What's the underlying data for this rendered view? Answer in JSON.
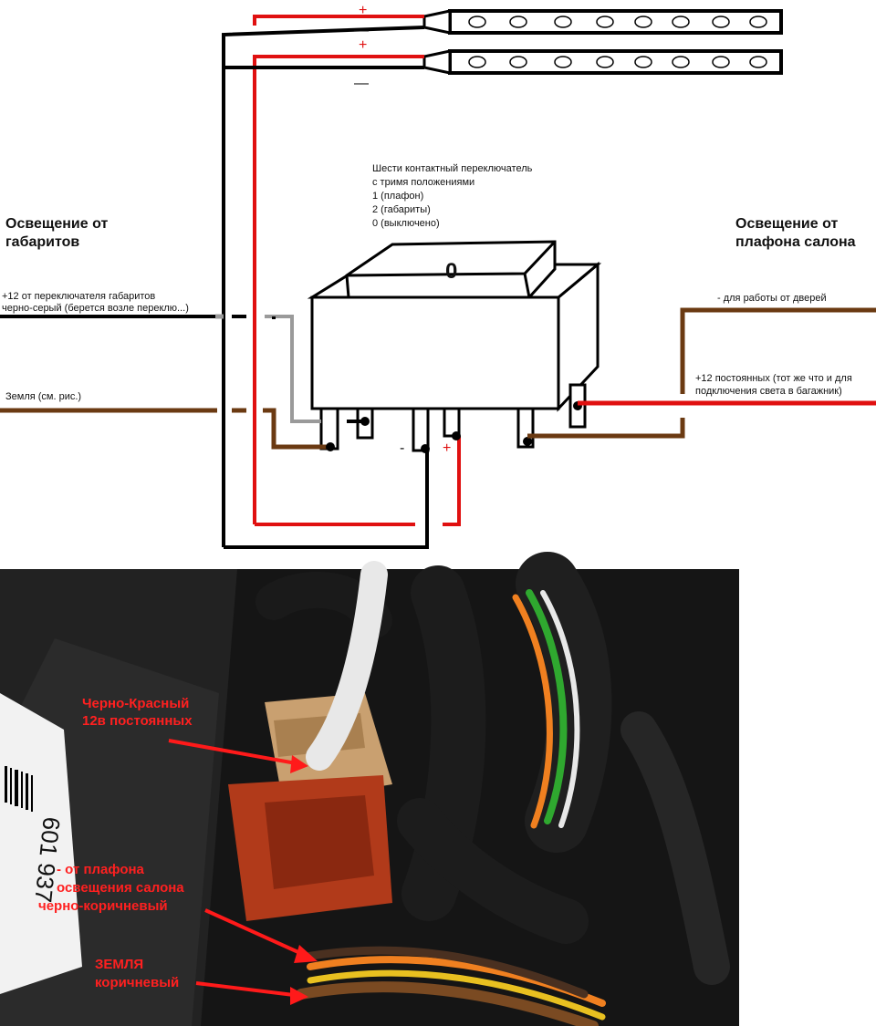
{
  "diagram": {
    "strip_plus_1": "+",
    "strip_minus_1": "—",
    "strip_plus_2": "+",
    "strip_minus_2": "—",
    "switch_desc": [
      "Шести контактный переключатель",
      "с тримя положениями",
      "1 (плафон)",
      "2 (габариты)",
      "0 (выключено)"
    ],
    "left_title": [
      "Освещение от",
      "габаритов"
    ],
    "right_title": [
      "Освещение от",
      "плафона салона"
    ],
    "left_wire_1": [
      "+12 от переключателя габаритов",
      "черно-серый (берется возле переклю...)"
    ],
    "left_wire_2": "Земля (см. рис.)",
    "right_wire_1": "- для работы от дверей",
    "right_wire_2": [
      "+12 постоянных (тот же что и для",
      "подключения света в багажник)"
    ],
    "switch_symbol": "0",
    "pin_minus": "-",
    "pin_plus": "+",
    "colors": {
      "red": "#e01010",
      "black": "#000000",
      "brown": "#6b3a12",
      "gray": "#9a9a9a"
    }
  },
  "photo": {
    "label_1": [
      "Черно-Красный",
      "12в постоянных"
    ],
    "label_2": [
      "- от плафона",
      "освещения салона",
      "черно-коричневый"
    ],
    "label_3": [
      "ЗЕМЛЯ",
      "коричневый"
    ],
    "sticker_text": "601 937"
  }
}
